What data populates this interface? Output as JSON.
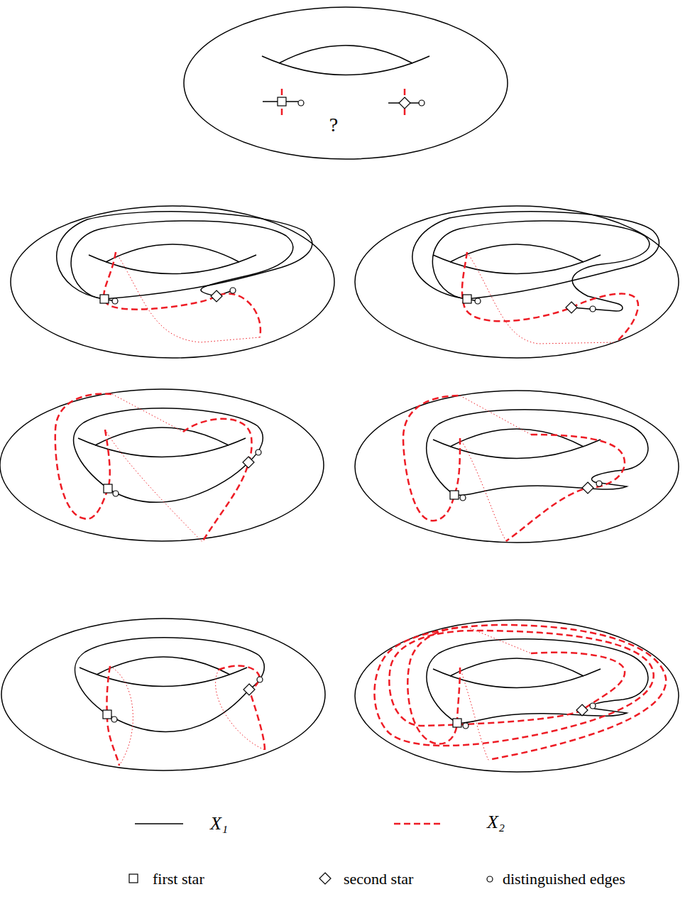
{
  "diagram": {
    "labels": [
      "?"
    ],
    "legend": [
      {
        "text": "X₁"
      },
      {
        "text": "X₂"
      },
      {
        "text": "first star"
      },
      {
        "text": "second star"
      },
      {
        "text": "distinguished edges"
      }
    ]
  }
}
